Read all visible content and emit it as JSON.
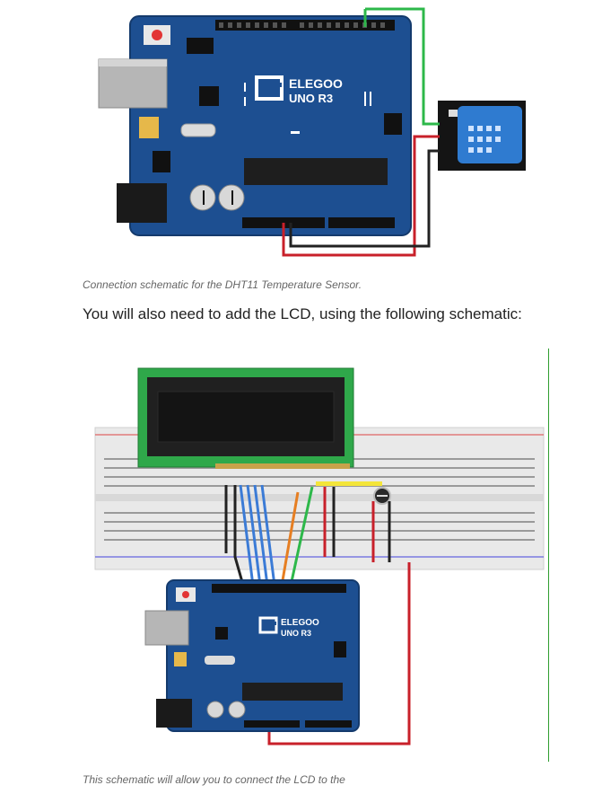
{
  "figure1": {
    "board_brand": "ELEGOO",
    "board_model": "UNO R3",
    "caption": "Connection schematic for the DHT11 Temperature Sensor."
  },
  "body_text": "You will also need to add the LCD, using the following schematic:",
  "figure2": {
    "board_brand": "ELEGOO",
    "board_model": "UNO R3",
    "caption": "This schematic will allow you to connect the LCD to the"
  },
  "colors": {
    "board_blue": "#1d4f91",
    "wire_red": "#c8202a",
    "wire_green": "#2db84a",
    "wire_black": "#222222",
    "wire_blue": "#3b7bd6",
    "wire_orange": "#e67e22",
    "wire_yellow": "#f3e53a"
  }
}
